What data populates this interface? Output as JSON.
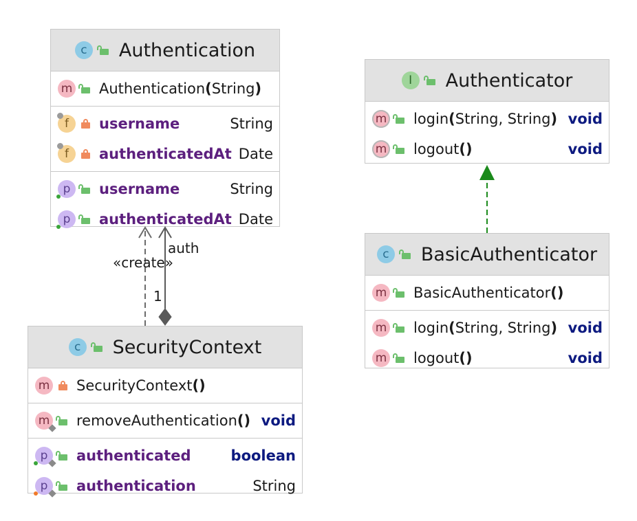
{
  "classes": {
    "authentication": {
      "title": "Authentication",
      "constructor": {
        "name": "Authentication",
        "open": "(",
        "params": "String",
        "close": ")"
      },
      "fields": [
        {
          "name": "username",
          "type": "String"
        },
        {
          "name": "authenticatedAt",
          "type": "Date"
        }
      ],
      "properties": [
        {
          "name": "username",
          "type": "String"
        },
        {
          "name": "authenticatedAt",
          "type": "Date"
        }
      ]
    },
    "authenticator": {
      "title": "Authenticator",
      "methods": [
        {
          "name": "login",
          "open": "(",
          "params": "String, String",
          "close": ")",
          "type": "void"
        },
        {
          "name": "logout",
          "parens": "()",
          "type": "void"
        }
      ]
    },
    "basic_authenticator": {
      "title": "BasicAuthenticator",
      "constructor": {
        "name": "BasicAuthenticator",
        "parens": "()"
      },
      "methods": [
        {
          "name": "login",
          "open": "(",
          "params": "String, String",
          "close": ")",
          "type": "void"
        },
        {
          "name": "logout",
          "parens": "()",
          "type": "void"
        }
      ]
    },
    "security_context": {
      "title": "SecurityContext",
      "constructor": {
        "name": "SecurityContext",
        "parens": "()"
      },
      "methods": [
        {
          "name": "removeAuthentication",
          "parens": "()",
          "type": "void"
        }
      ],
      "properties": [
        {
          "name": "authenticated",
          "type": "boolean"
        },
        {
          "name": "authentication",
          "type": "String"
        }
      ]
    }
  },
  "badges": {
    "class": "c",
    "interface": "I",
    "method": "m",
    "field": "f",
    "property": "p"
  },
  "edges": {
    "create_label": "«create»",
    "auth_label": "auth",
    "multiplicity": "1"
  },
  "colors": {
    "implements": "#1b8a1b",
    "dependency": "#6b6b6b",
    "composition": "#5a5a5a"
  }
}
